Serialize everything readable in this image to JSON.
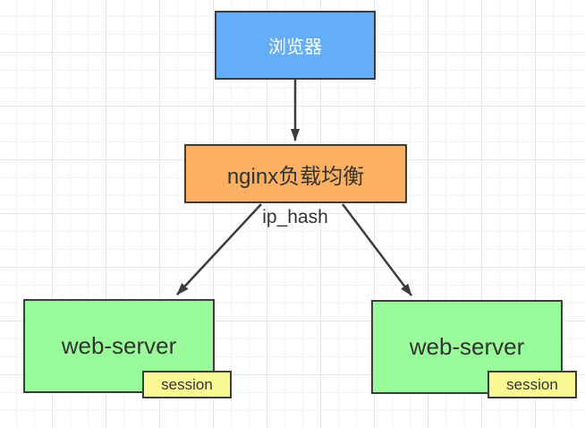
{
  "nodes": {
    "browser": {
      "label": "浏览器"
    },
    "load_balancer": {
      "label": "nginx负载均衡"
    },
    "web_server_left": {
      "label": "web-server"
    },
    "web_server_right": {
      "label": "web-server"
    },
    "session_left": {
      "label": "session"
    },
    "session_right": {
      "label": "session"
    }
  },
  "edges": {
    "hash_label": "ip_hash"
  },
  "colors": {
    "browser_fill": "#63ADF9",
    "browser_text": "#FFFFFF",
    "nginx_fill": "#FBB161",
    "server_fill": "#99FB9A",
    "session_fill": "#FAF993",
    "border": "#3C3C3C",
    "arrow": "#3C3C3C",
    "label_text": "#333333",
    "grid_minor": "#F3F3F3",
    "grid_major": "#E5E5E5",
    "canvas_bg": "#FFFFFF"
  }
}
